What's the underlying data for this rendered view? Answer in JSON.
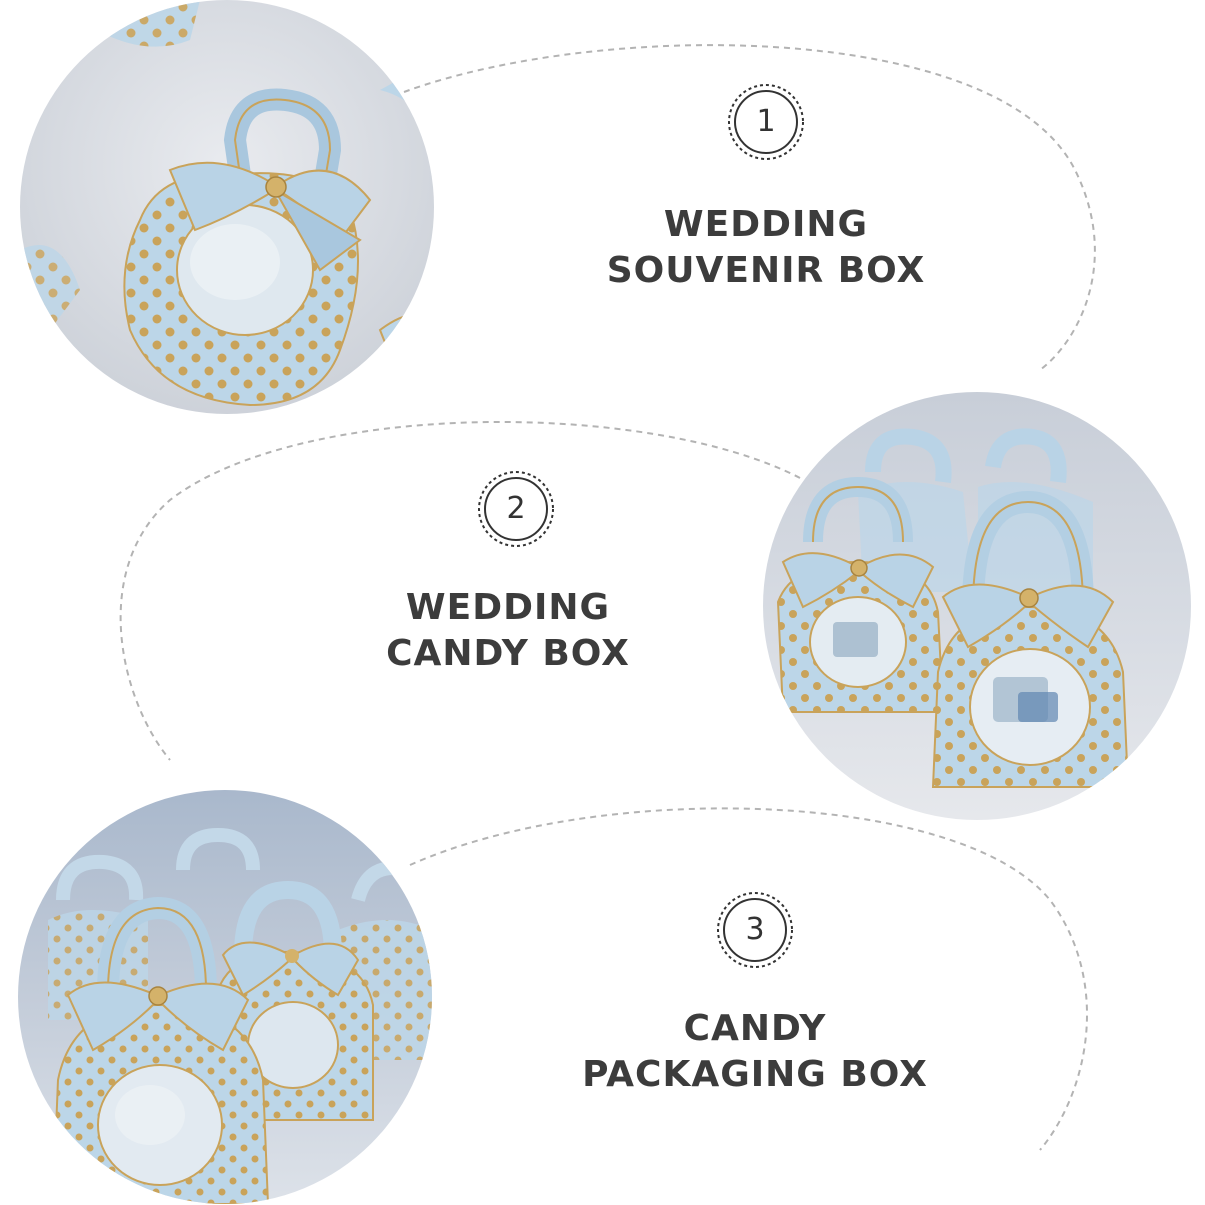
{
  "colors": {
    "label_text": "#3c3c3c",
    "box_blue": "#b9d3e6",
    "gold": "#c9a35a",
    "dashed_line": "#b3b3b3"
  },
  "sections": [
    {
      "number": "1",
      "line1": "WEDDING",
      "line2": "SOUVENIR BOX",
      "photo": "single-favor-box-top-view"
    },
    {
      "number": "2",
      "line1": "WEDDING",
      "line2": "CANDY BOX",
      "photo": "favor-boxes-filled-with-candy"
    },
    {
      "number": "3",
      "line1": "CANDY",
      "line2": "PACKAGING BOX",
      "photo": "row-of-empty-favor-boxes"
    }
  ]
}
